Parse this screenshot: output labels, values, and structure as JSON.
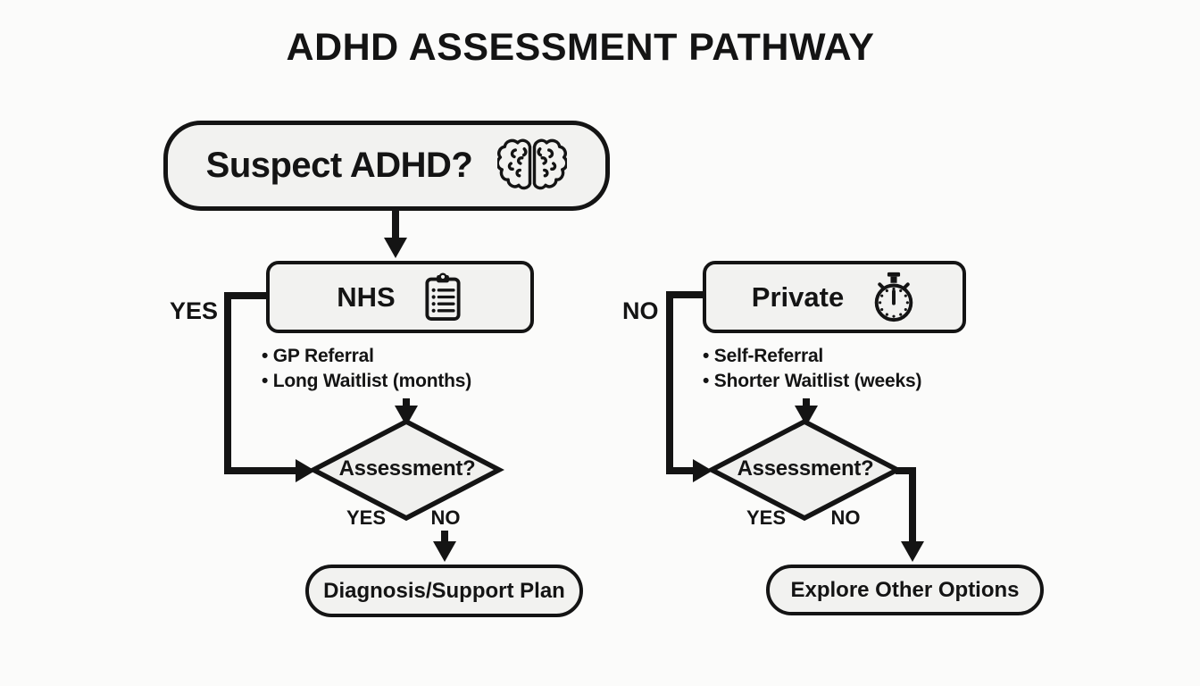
{
  "title": "ADHD ASSESSMENT PATHWAY",
  "colors": {
    "bg": "#fbfbfa",
    "ink": "#141414",
    "node-fill": "#f2f2f0",
    "diamond-fill": "#f0f0ee"
  },
  "flow": {
    "start": {
      "label": "Suspect ADHD?",
      "icon": "brain-icon"
    },
    "branch_yes_label": "YES",
    "branch_no_label": "NO",
    "nhs": {
      "label": "NHS",
      "icon": "clipboard-icon",
      "bullets": [
        "• GP Referral",
        "• Long Waitlist (months)"
      ],
      "decision_label": "Assessment?",
      "decision_yes": "YES",
      "decision_no": "NO",
      "outcome_label": "Diagnosis/Support Plan"
    },
    "private": {
      "label": "Private",
      "icon": "stopwatch-icon",
      "bullets": [
        "• Self-Referral",
        "• Shorter Waitlist (weeks)"
      ],
      "decision_label": "Assessment?",
      "decision_yes": "YES",
      "decision_no": "NO",
      "outcome_label": "Explore Other Options"
    }
  }
}
